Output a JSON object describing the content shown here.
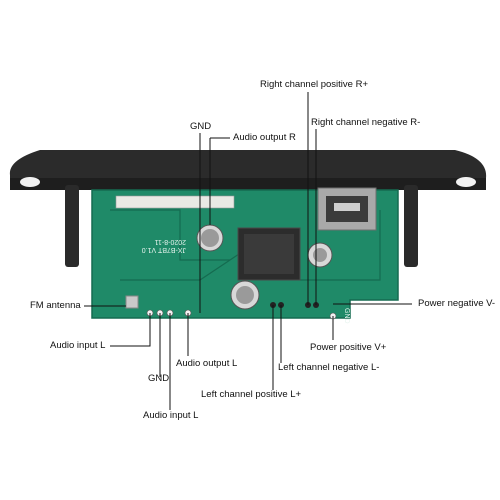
{
  "labels": {
    "right_pos": "Right channel positive R+",
    "right_neg": "Right channel negative R-",
    "gnd_top": "GND",
    "audio_out_r": "Audio output R",
    "fm_antenna": "FM antenna",
    "power_neg": "Power negative V-",
    "audio_in_l_1": "Audio input L",
    "audio_out_l": "Audio output L",
    "gnd_bottom": "GND",
    "power_pos": "Power positive V+",
    "left_neg": "Left channel negative L-",
    "left_pos": "Left channel positive L+",
    "audio_in_l_2": "Audio input L"
  },
  "board_print": {
    "model": "JX-B7BT V1.0",
    "date": "2020-8-11",
    "gnd_pad": "GND"
  },
  "colors": {
    "pcb": "#1f8a68",
    "pcb_dark": "#156b50",
    "faceplate": "#2b2b2b",
    "leader_line": "#111111"
  }
}
